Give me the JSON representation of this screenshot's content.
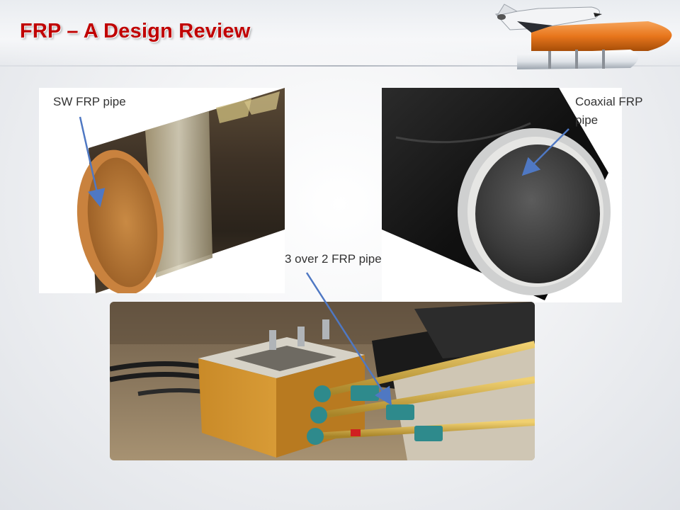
{
  "slide": {
    "title": "FRP – A Design Review"
  },
  "labels": {
    "sw_pipe": "SW FRP pipe",
    "coaxial_pipe_line1": "Coaxial FRP",
    "coaxial_pipe_line2": "pipe",
    "three_over_two_pipe": "3 over 2 FRP pipe"
  },
  "colors": {
    "title": "#c00000",
    "arrow": "#4f78c3",
    "label_text": "#333333"
  }
}
